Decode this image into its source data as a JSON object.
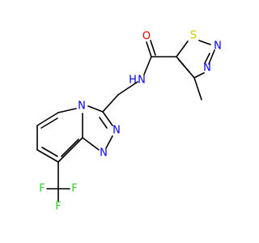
{
  "molecule": {
    "atoms": {
      "O": {
        "label": "O",
        "color": "#ff0000"
      },
      "S": {
        "label": "S",
        "color": "#cccc00"
      },
      "N1": {
        "label": "N",
        "color": "#0000ff"
      },
      "N2": {
        "label": "N",
        "color": "#0000ff"
      },
      "NH": {
        "label": "N",
        "color": "#0000ff"
      },
      "H": {
        "label": "H",
        "color": "#0000ff"
      },
      "Nb": {
        "label": "N",
        "color": "#0000ff"
      },
      "Nt1": {
        "label": "N",
        "color": "#0000ff"
      },
      "Nt2": {
        "label": "N",
        "color": "#0000ff"
      },
      "F1": {
        "label": "F",
        "color": "#33cc33"
      },
      "F2": {
        "label": "F",
        "color": "#33cc33"
      },
      "F3": {
        "label": "F",
        "color": "#33cc33"
      }
    }
  }
}
